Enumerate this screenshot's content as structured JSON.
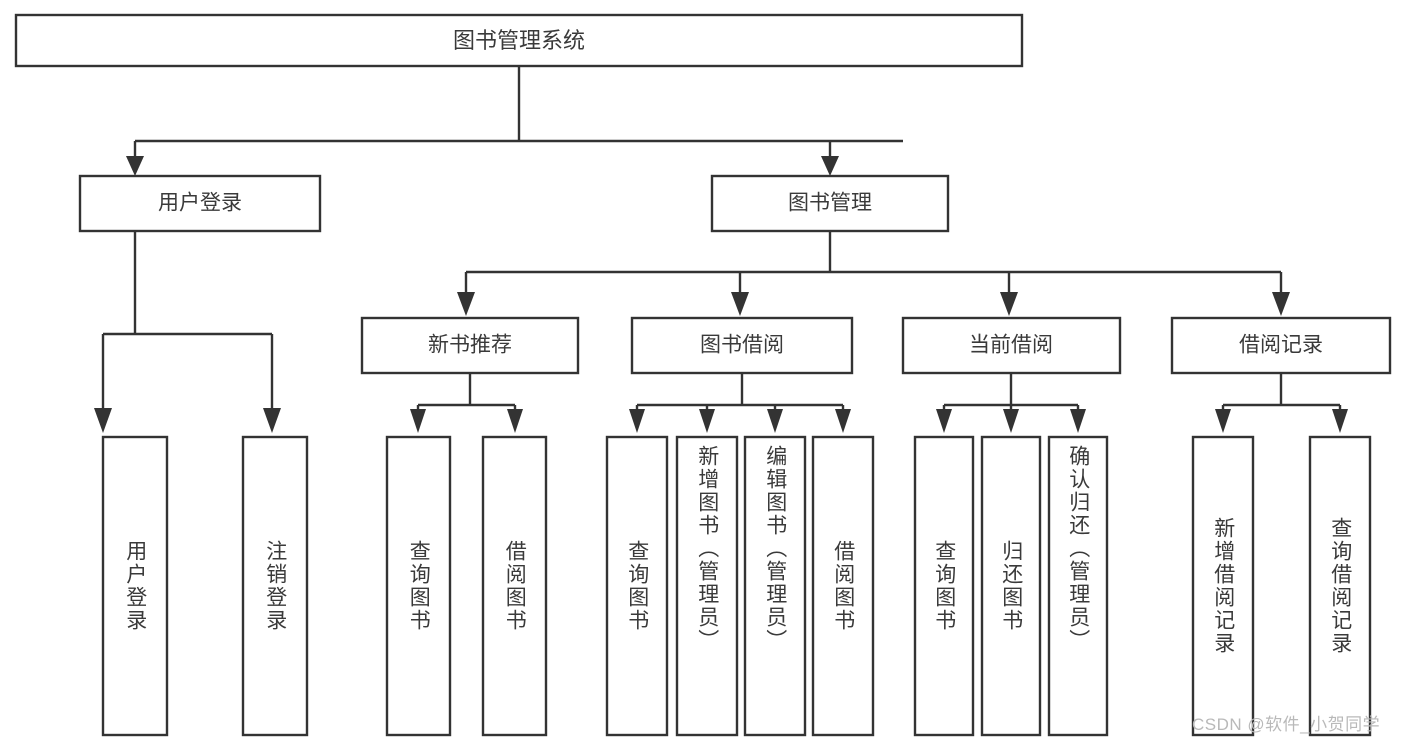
{
  "diagram": {
    "type": "tree-hierarchy",
    "title": "图书管理系统",
    "orientation": "top-down",
    "colors": {
      "box_stroke": "#333333",
      "box_fill": "#ffffff",
      "text": "#3a3a3a",
      "background": "#ffffff",
      "watermark": "#b9b9b9"
    },
    "levels": {
      "root": {
        "label": "图书管理系统"
      },
      "level2": [
        {
          "id": "user-login",
          "label": "用户登录"
        },
        {
          "id": "book-manage",
          "label": "图书管理"
        }
      ],
      "level3": [
        {
          "id": "new-book-recommend",
          "label": "新书推荐",
          "parent": "book-manage"
        },
        {
          "id": "book-borrow",
          "label": "图书借阅",
          "parent": "book-manage"
        },
        {
          "id": "current-borrow",
          "label": "当前借阅",
          "parent": "book-manage"
        },
        {
          "id": "borrow-record",
          "label": "借阅记录",
          "parent": "book-manage"
        }
      ],
      "leaves": [
        {
          "id": "leaf-user-login",
          "label": "用户登录",
          "parent": "user-login"
        },
        {
          "id": "leaf-logout-login",
          "label": "注销登录",
          "parent": "user-login"
        },
        {
          "id": "leaf-query-book-1",
          "label": "查询图书",
          "parent": "new-book-recommend"
        },
        {
          "id": "leaf-borrow-book-1",
          "label": "借阅图书",
          "parent": "new-book-recommend"
        },
        {
          "id": "leaf-query-book-2",
          "label": "查询图书",
          "parent": "book-borrow"
        },
        {
          "id": "leaf-add-book",
          "label": "新增图书（管理员）",
          "parent": "book-borrow"
        },
        {
          "id": "leaf-edit-book",
          "label": "编辑图书（管理员）",
          "parent": "book-borrow"
        },
        {
          "id": "leaf-borrow-book-2",
          "label": "借阅图书",
          "parent": "book-borrow"
        },
        {
          "id": "leaf-query-book-3",
          "label": "查询图书",
          "parent": "current-borrow"
        },
        {
          "id": "leaf-return-book",
          "label": "归还图书",
          "parent": "current-borrow"
        },
        {
          "id": "leaf-confirm-return",
          "label": "确认归还（管理员）",
          "parent": "current-borrow"
        },
        {
          "id": "leaf-add-record",
          "label": "新增借阅记录",
          "parent": "borrow-record"
        },
        {
          "id": "leaf-query-record",
          "label": "查询借阅记录",
          "parent": "borrow-record"
        }
      ]
    }
  },
  "watermark": {
    "text": "CSDN @软件_小贺同学"
  }
}
